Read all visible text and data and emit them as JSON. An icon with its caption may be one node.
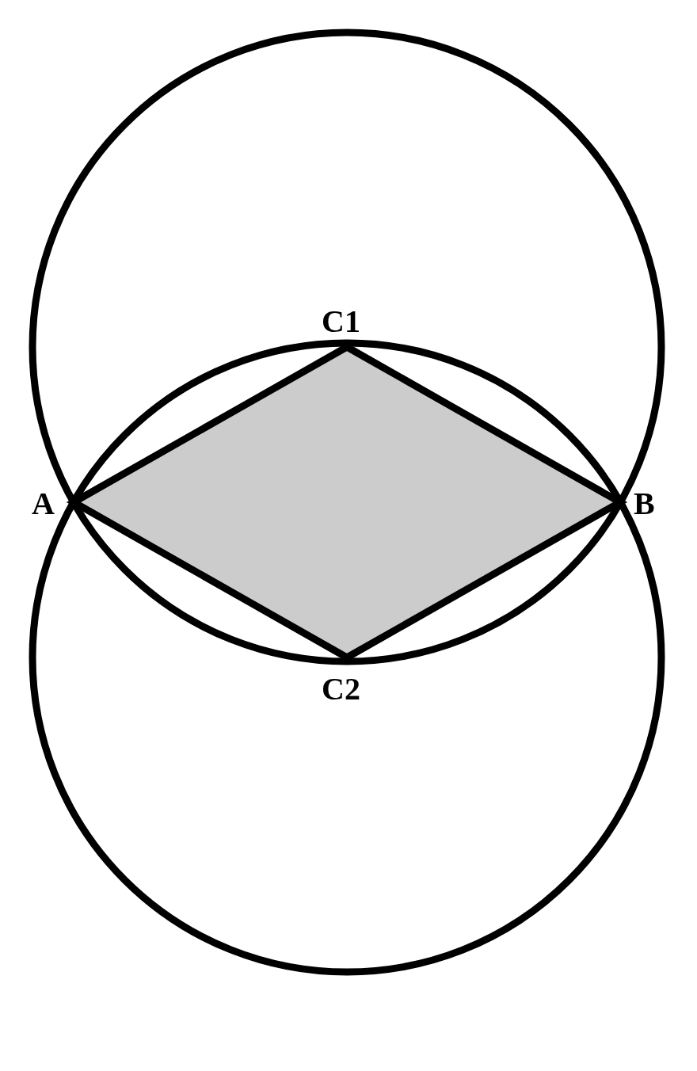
{
  "diagram": {
    "labels": [
      "C1",
      "A",
      "B",
      "C2"
    ]
  }
}
